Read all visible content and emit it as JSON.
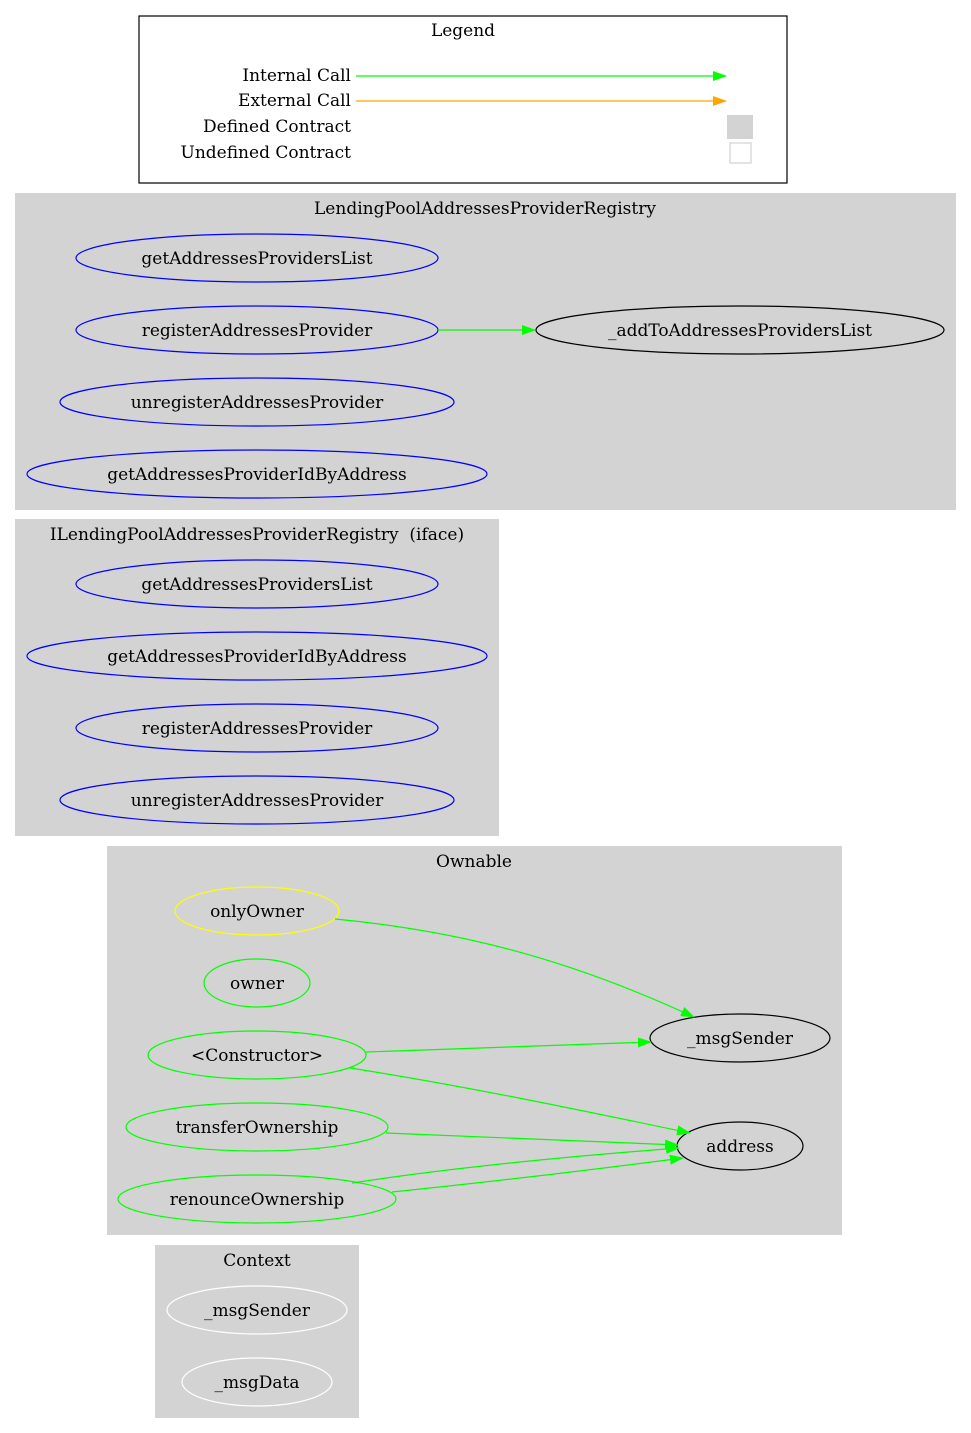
{
  "legend": {
    "title": "Legend",
    "internal_call": "Internal Call",
    "external_call": "External Call",
    "defined_contract": "Defined Contract",
    "undefined_contract": "Undefined Contract"
  },
  "clusters": {
    "registry": {
      "title": "LendingPoolAddressesProviderRegistry",
      "nodes": {
        "get_list": "getAddressesProvidersList",
        "register": "registerAddressesProvider",
        "unregister": "unregisterAddressesProvider",
        "get_id": "getAddressesProviderIdByAddress",
        "add_to_list": "_addToAddressesProvidersList"
      }
    },
    "iregistry": {
      "title": "ILendingPoolAddressesProviderRegistry  (iface)",
      "nodes": {
        "get_list": "getAddressesProvidersList",
        "get_id": "getAddressesProviderIdByAddress",
        "register": "registerAddressesProvider",
        "unregister": "unregisterAddressesProvider"
      }
    },
    "ownable": {
      "title": "Ownable",
      "nodes": {
        "only_owner": "onlyOwner",
        "owner": "owner",
        "constructor": "<Constructor>",
        "transfer_ownership": "transferOwnership",
        "renounce_ownership": "renounceOwnership",
        "msg_sender": "_msgSender",
        "address": "address"
      }
    },
    "context": {
      "title": "Context",
      "nodes": {
        "msg_sender": "_msgSender",
        "msg_data": "_msgData"
      }
    }
  },
  "colors": {
    "internal_call": "#00ff00",
    "external_call": "#ffa500",
    "cluster_fill": "#d3d3d3",
    "public_function": "#0000ff",
    "modifier": "#ffff00",
    "ownable_function": "#00ff00",
    "internal_function": "#000000",
    "context_function": "#ffffff"
  }
}
